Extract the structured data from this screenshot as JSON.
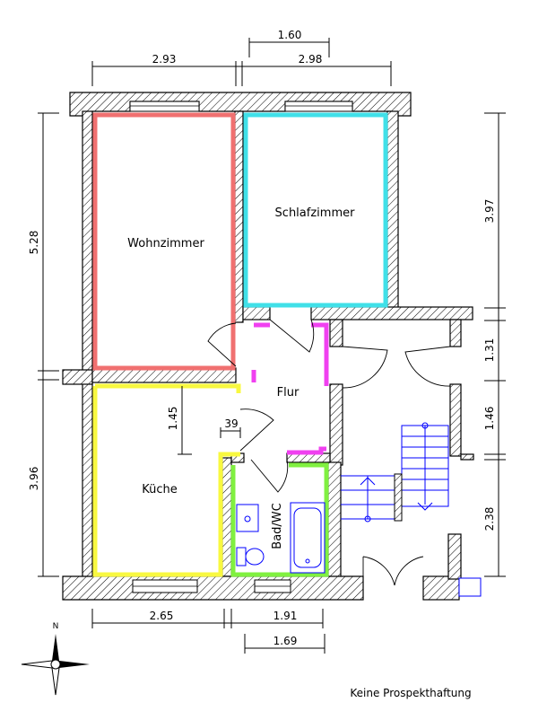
{
  "rooms": {
    "wohnzimmer": "Wohnzimmer",
    "schlafzimmer": "Schlafzimmer",
    "flur": "Flur",
    "kueche": "Küche",
    "bad": "Bad/WC"
  },
  "room_colors": {
    "wohnzimmer": "#f07070",
    "schlafzimmer": "#40e0e8",
    "flur": "#f040f0",
    "kueche": "#f8f840",
    "bad": "#80f040"
  },
  "dimensions": {
    "top_inner": "1.60",
    "top_left": "2.93",
    "top_right": "2.98",
    "left_upper": "5.28",
    "left_lower": "3.96",
    "right_1": "3.97",
    "right_2": "1.31",
    "right_3": "1.46",
    "right_4": "2.38",
    "bottom_left": "2.65",
    "bottom_right": "1.91",
    "bottom_inner": "1.69",
    "kitchen_depth": "1.45",
    "kitchen_small": "39"
  },
  "compass": {
    "north": "N"
  },
  "disclaimer": "Keine Prospekthaftung"
}
